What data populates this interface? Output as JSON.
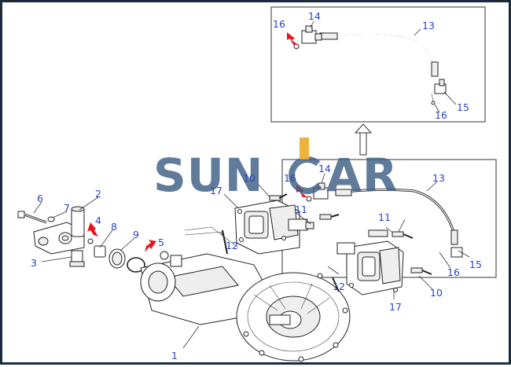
{
  "watermark": {
    "left": "SUN",
    "mark": "C",
    "right": "AR",
    "color_left": "#3f5f86",
    "color_right": "#3f5f86",
    "accent": "#e8a312"
  },
  "callouts": {
    "c1": "1",
    "c2": "2",
    "c3": "3",
    "c4": "4",
    "c5": "5",
    "c6": "6",
    "c7": "7",
    "c8": "8",
    "c9": "9",
    "c10a": "10",
    "c10b": "10",
    "c11a": "11",
    "c11b": "11",
    "c12a": "12",
    "c12b": "12",
    "c13a": "13",
    "c13b": "13",
    "c14a": "14",
    "c14b": "14",
    "c15a": "15",
    "c15b": "15",
    "c16a": "16",
    "c16b": "16",
    "c16c": "16",
    "c16d": "16",
    "c17a": "17",
    "c17b": "17"
  },
  "colors": {
    "callout": "#2b44c4",
    "highlight_arrow": "#e8141b",
    "frame": "#1a2c3c"
  }
}
